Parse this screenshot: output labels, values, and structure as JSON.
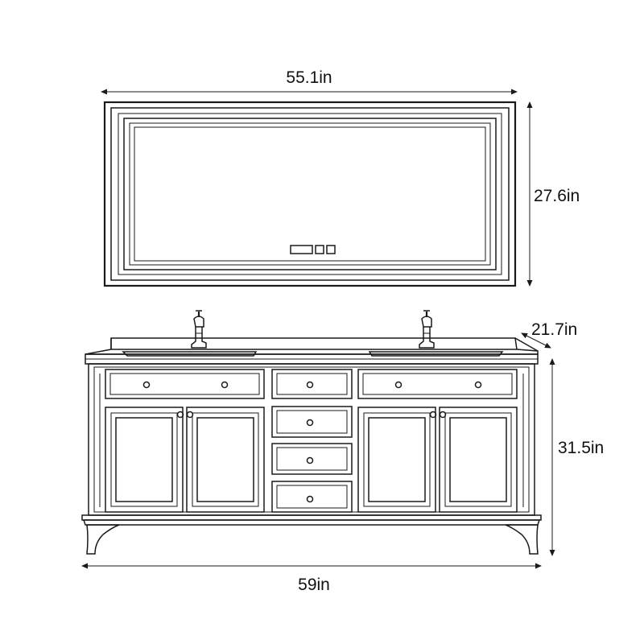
{
  "dimensions": {
    "mirror_width": "55.1in",
    "mirror_height": "27.6in",
    "vanity_depth": "21.7in",
    "vanity_height": "31.5in",
    "vanity_width": "59in"
  },
  "colors": {
    "line": "#1a1a1a",
    "background": "#ffffff"
  }
}
